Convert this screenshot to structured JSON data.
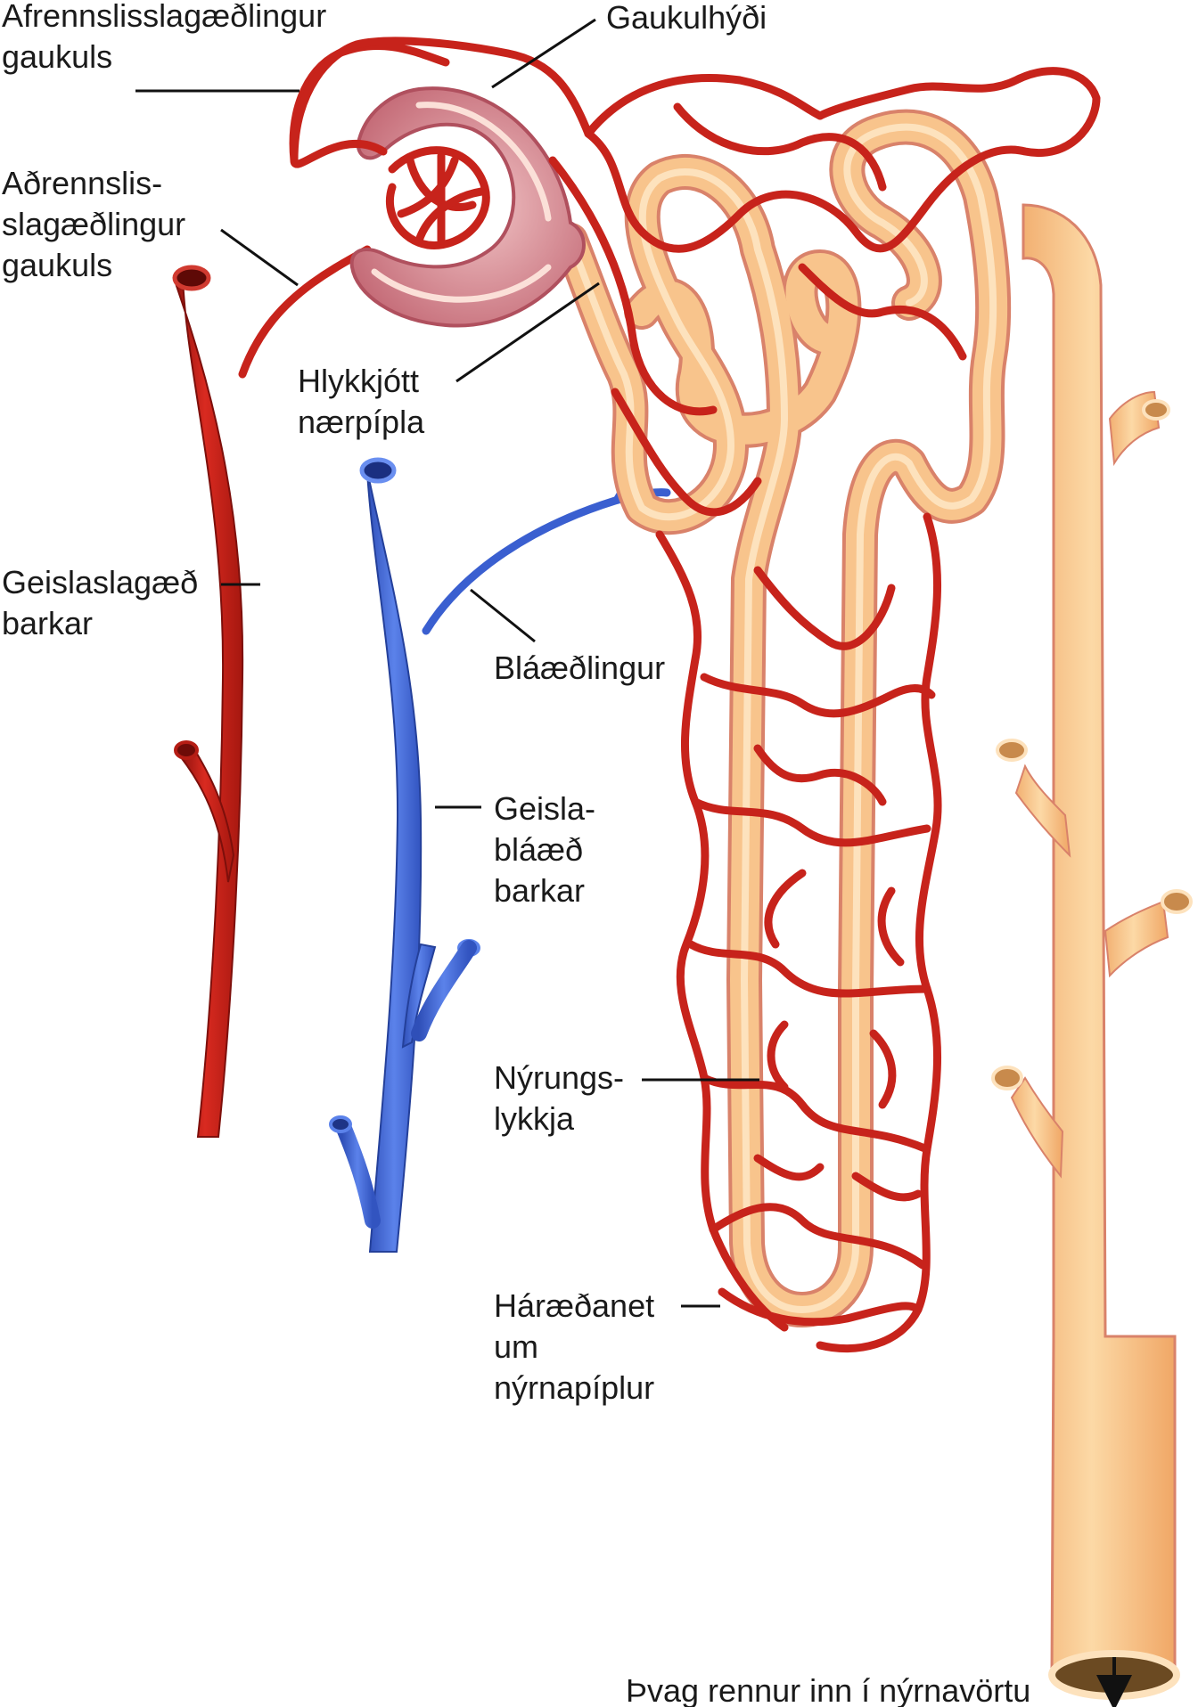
{
  "labels": {
    "efferent_arteriole_1": "Afrennslisslagæðlingur",
    "efferent_arteriole_2": "gaukuls",
    "glomerular_capsule": "Gaukulhýði",
    "afferent_arteriole_1": "Aðrennslis-",
    "afferent_arteriole_2": "slagæðlingur",
    "afferent_arteriole_3": "gaukuls",
    "proximal_tubule_1": "Hlykkjótt",
    "proximal_tubule_2": "nærpípla",
    "cortical_radiate_artery_1": "Geislaslagæð",
    "cortical_radiate_artery_2": "barkar",
    "venule": "Bláæðlingur",
    "cortical_radiate_vein_1": "Geisla-",
    "cortical_radiate_vein_2": "bláæð",
    "cortical_radiate_vein_3": "barkar",
    "nephron_loop_1": "Nýrungs-",
    "nephron_loop_2": "lykkja",
    "peritubular_capillaries_1": "Háræðanet",
    "peritubular_capillaries_2": "um",
    "peritubular_capillaries_3": "nýrnapíplur",
    "urine_flow": "Þvag rennur inn í nýrnavörtu"
  },
  "colors": {
    "artery": "#c7231b",
    "vein": "#3a5fd0",
    "tubule": "#f8c48c",
    "tubule_outline": "#d9826a",
    "capsule": "#d47a86"
  }
}
